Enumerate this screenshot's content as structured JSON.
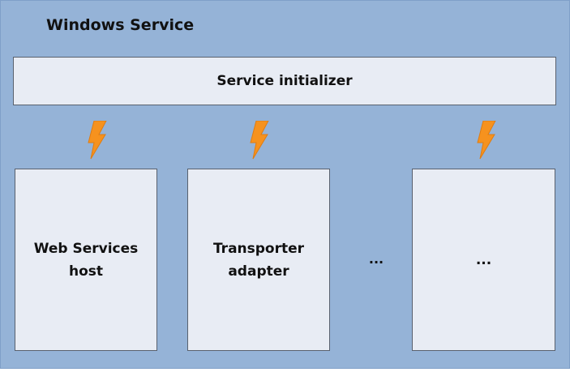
{
  "diagram": {
    "title": "Windows Service",
    "initializer_label": "Service initializer",
    "components": [
      {
        "label": "Web Services\nhost"
      },
      {
        "label": "Transporter\nadapter"
      },
      {
        "label": "..."
      }
    ],
    "gap_ellipsis": "...",
    "colors": {
      "background": "#95b3d7",
      "box_fill": "#e8ecf4",
      "box_border": "#59616e",
      "bolt": "#f6921e"
    },
    "icons": [
      "lightning-bolt-icon"
    ]
  }
}
